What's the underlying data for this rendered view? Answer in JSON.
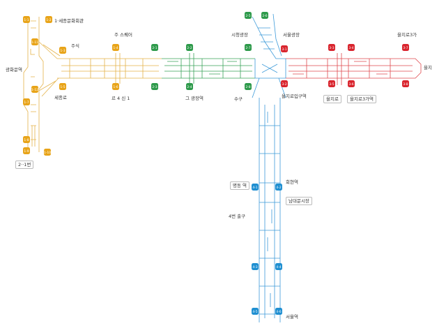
{
  "colors": {
    "yellow": "#e8a419",
    "green": "#2e9a4b",
    "blue": "#1f8fd1",
    "red": "#d9252e",
    "outline_yellow": "#e5b34a",
    "outline_green": "#3aa35a",
    "outline_blue": "#3d9ad9",
    "outline_red": "#e04a4e"
  },
  "labels": {
    "west_top": "1·세종문화회관",
    "west_side": "광화문역 ",
    "west_lower": "세종로 ",
    "west_bottom": "2··1번",
    "mid_top_yellow": "주식",
    "mid_top_green": "주 스퀘어",
    "mid_bottom_yellow": "르 4 신 1",
    "mid_bottom_green": "그 광장역",
    "center_top": "시청광장",
    "center_right": "서울광장",
    "center_bottom": "수구 ",
    "center_bottom_red": "을지로입구역",
    "east_top": "을지로3가",
    "east_right": "을지",
    "east_bottom_1": "을지로",
    "east_bottom_2": "을지로3가역",
    "south_left_1": "명동 역",
    "south_right_1": "회현역",
    "south_right_2": "남대문시장",
    "south_left_2": "4번 출구",
    "south_bottom": "서울역"
  },
  "markers": {
    "yellow": [
      "1-1",
      "1-2",
      "1-3",
      "1-4",
      "1-5",
      "1-6",
      "1-7",
      "1-8",
      "1-9",
      "1-10",
      "1-11",
      "1-12"
    ],
    "green": [
      "2-1",
      "2-2",
      "2-3",
      "2-4",
      "2-5",
      "2-6",
      "2-7",
      "2-8"
    ],
    "blue": [
      "4-1",
      "4-2",
      "4-3",
      "4-4",
      "4-5",
      "4-6"
    ],
    "red": [
      "3-1",
      "3-2",
      "3-3",
      "3-4",
      "3-5",
      "3-6",
      "3-7",
      "3-8"
    ]
  }
}
